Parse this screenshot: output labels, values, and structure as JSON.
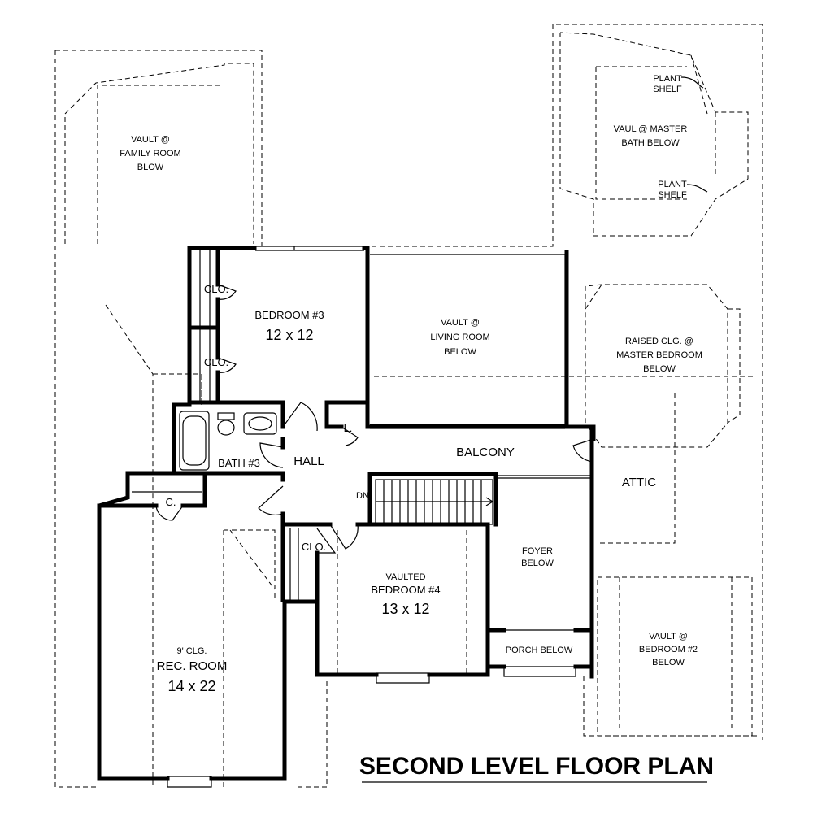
{
  "title": "SECOND LEVEL FLOOR PLAN",
  "vault_family": [
    "VAULT @",
    "FAMILY ROOM",
    "BLOW"
  ],
  "vault_master_bath": [
    "VAUL @ MASTER",
    "BATH BELOW"
  ],
  "plant_shelf_top": [
    "PLANT",
    "SHELF"
  ],
  "plant_shelf_bottom": [
    "PLANT",
    "SHELF"
  ],
  "bedroom3": {
    "name": "BEDROOM #3",
    "size": "12 x 12"
  },
  "closet_label": "CLO.",
  "vault_living": [
    "VAULT @",
    "LIVING ROOM",
    "BELOW"
  ],
  "raised_ceiling": [
    "RAISED CLG. @",
    "MASTER BEDROOM",
    "BELOW"
  ],
  "linen_label": "L.",
  "hall_label": "HALL",
  "balcony_label": "BALCONY",
  "bath3_label": "BATH #3",
  "attic_label": "ATTIC",
  "closet_c_label": "C.",
  "stair_label": "DN",
  "foyer": [
    "FOYER",
    "BELOW"
  ],
  "bedroom4": {
    "note": "VAULTED",
    "name": "BEDROOM #4",
    "size": "13 x 12"
  },
  "vault_bedroom2": [
    "VAULT @",
    "BEDROOM #2",
    "BELOW"
  ],
  "porch_label": "PORCH BELOW",
  "rec_room": {
    "note": "9' CLG.",
    "name": "REC. ROOM",
    "size": "14 x 22"
  }
}
